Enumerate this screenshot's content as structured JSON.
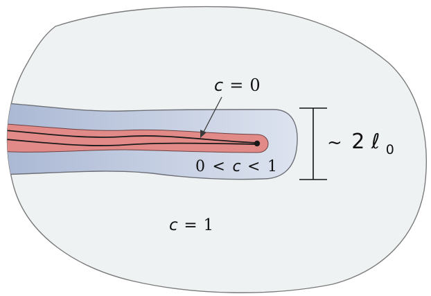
{
  "labels": {
    "crack": {
      "var": "c",
      "eq": "=",
      "val": "0"
    },
    "transition": {
      "lo": "0",
      "lt1": "<",
      "var": "c",
      "lt2": "<",
      "hi": "1"
    },
    "intact": {
      "var": "c",
      "eq": "=",
      "val": "1"
    },
    "width": {
      "tilde": "~",
      "coef": "2",
      "symbol": "ℓ",
      "sub": "0"
    }
  },
  "colors": {
    "domain_fill": "#eef2f2",
    "domain_stroke": "#7a7a7a",
    "band_fill_left": "#a9b7d3",
    "band_fill_right": "#dde3ef",
    "band_stroke": "#6d6f77",
    "crack_core": "#e28a88",
    "crack_line": "#1a1a1a",
    "arrow": "#3a3a3a"
  }
}
